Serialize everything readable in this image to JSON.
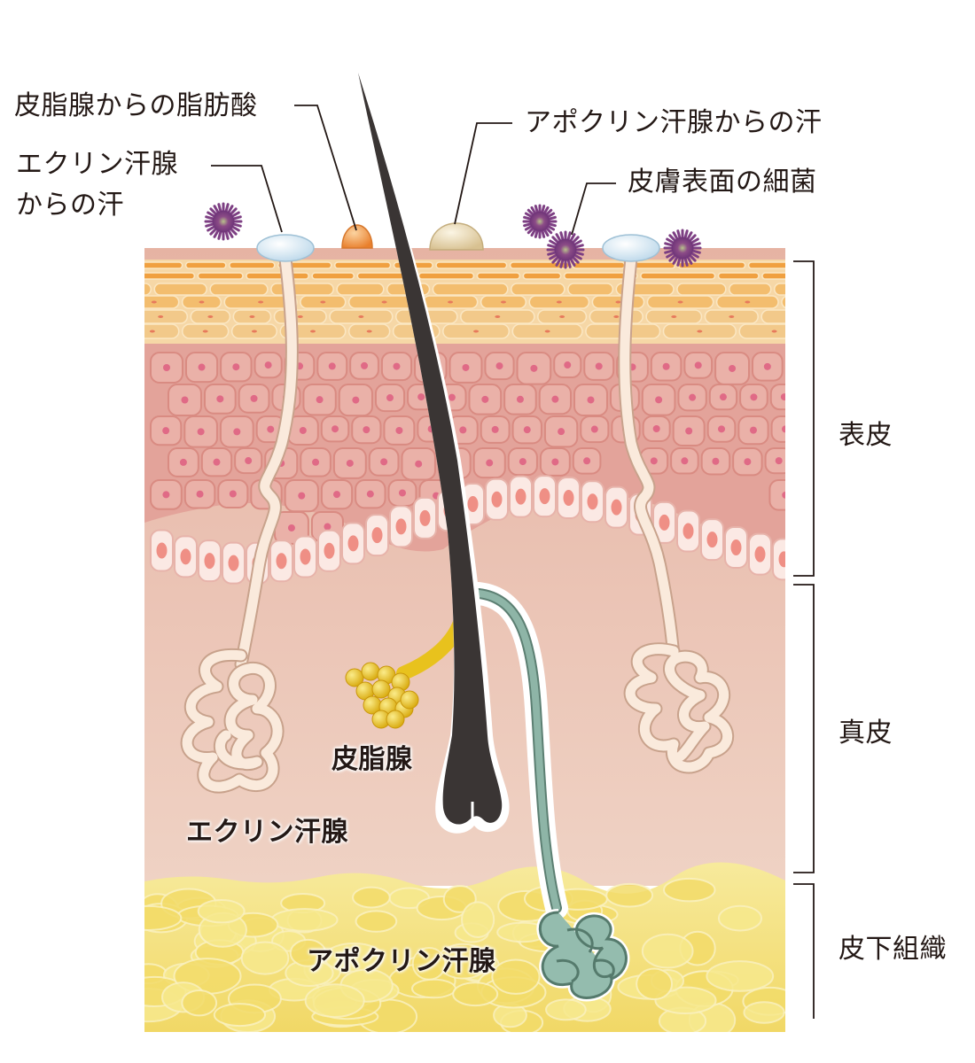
{
  "callouts": {
    "sebum_fatty_acid": "皮脂腺からの脂肪酸",
    "eccrine_sweat_line1": "エクリン汗腺",
    "eccrine_sweat_line2": "からの汗",
    "apocrine_sweat": "アポクリン汗腺からの汗",
    "surface_bacteria": "皮膚表面の細菌"
  },
  "layers": {
    "epidermis": "表皮",
    "dermis": "真皮",
    "subcutis": "皮下組織"
  },
  "structures": {
    "sebaceous_gland": "皮脂腺",
    "eccrine_gland": "エクリン汗腺",
    "apocrine_gland": "アポクリン汗腺"
  },
  "colors": {
    "stratum_corneum": "#f0a040",
    "spinous_layer": "#e7aaa2",
    "basal_layer": "#f7e2dc",
    "dermis": "#eac4b0",
    "subcutis": "#f4e07a",
    "hair": "#3a3534",
    "eccrine_duct": "#faeadc",
    "apocrine_duct": "#7fa698",
    "sebaceous": "#e8c21d",
    "bacteria": "#7d3f83"
  }
}
